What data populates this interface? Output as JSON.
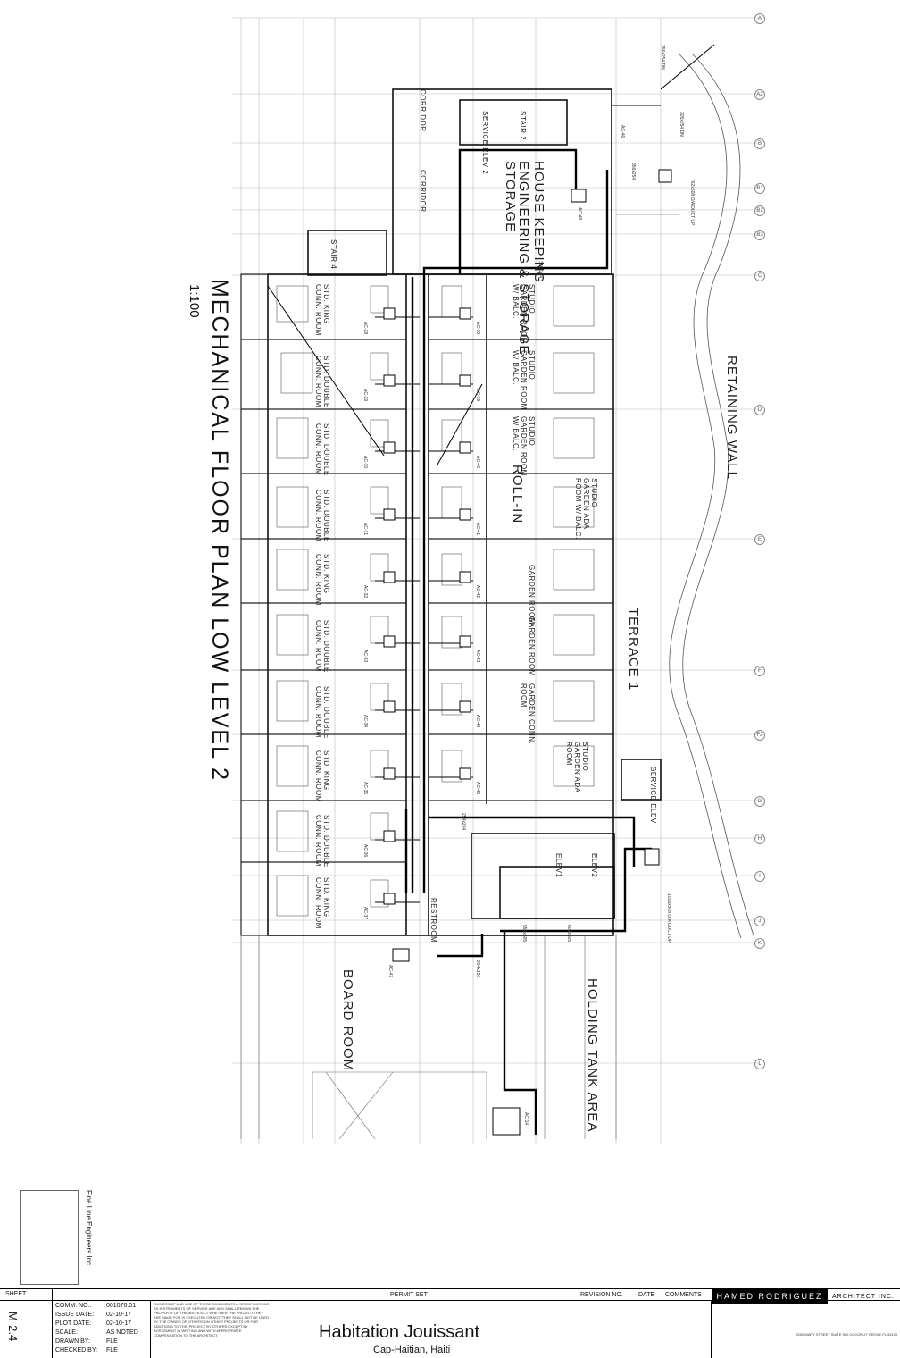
{
  "drawing": {
    "title": "MECHANICAL FLOOR PLAN LOW LEVEL 2",
    "scale": "1:100"
  },
  "rooms": {
    "corridor_top": "CORRIDOR",
    "corridor_mid": "CORRIDOR",
    "stair2": "STAIR 2",
    "service_elev2": "SERVICE ELEV 2",
    "housekeeping": "HOUSE KEEPING",
    "engineering": "ENGINEERING & STORAGE",
    "storage": "STORAGE",
    "stair4": "STAIR 4",
    "retaining_wall": "RETAINING WALL",
    "terrace": "TERRACE 1",
    "holding_tank": "HOLDING TANK AREA",
    "board_room": "BOARD ROOM",
    "restroom": "RESTROOM",
    "service_elev": "SERVICE ELEV",
    "elev1": "ELEV1",
    "elev2": "ELEV2",
    "roll_in": "ROLL-IN",
    "left_units": [
      "STD. KING CONN. ROOM",
      "STD. DOUBLE CONN. ROOM",
      "STD. DOUBLE CONN. ROOM",
      "STD. DOUBLE CONN. ROOM",
      "STD. KING CONN. ROOM",
      "STD. DOUBLE CONN. ROOM",
      "STD. DOUBLE CONN. ROOM",
      "STD. KING CONN. ROOM",
      "STD. DOUBLE CONN. ROOM",
      "STD. KING CONN. ROOM"
    ],
    "right_units": [
      "STUDIO GARDEN ROOM W/ BALC.",
      "STUDIO GARDEN ROOM W/ BALC.",
      "STUDIO GARDEN ROOM W/ BALC.",
      "STUDIO GARDEN ADA ROOM W/ BALC.",
      "GARDEN ROOM",
      "GARDEN ROOM",
      "GARDEN CONN. ROOM",
      "STUDIO GARDEN ADA ROOM"
    ],
    "ac_tags": [
      "AC-28",
      "AC-29",
      "AC-30",
      "AC-31",
      "AC-32",
      "AC-33",
      "AC-34",
      "AC-35",
      "AC-36",
      "AC-37",
      "AC-38",
      "AC-39",
      "AC-40",
      "AC-41",
      "AC-42",
      "AC-43",
      "AC-44",
      "AC-45",
      "AC-46",
      "AC-47",
      "AC-48",
      "AC-14"
    ],
    "duct_sizes": [
      "356x254",
      "356x204",
      "254x204",
      "559x305",
      "609x305",
      "204x153",
      "356x254 DN",
      "305x254 DN",
      "1016x508 O/A DUCT UP",
      "762x508 O/A DUCT UP"
    ]
  },
  "grid": {
    "rows": [
      "A",
      "A2",
      "B",
      "B1",
      "B2",
      "B3",
      "C",
      "D",
      "E",
      "F",
      "F2",
      "G",
      "H",
      "I",
      "J",
      "K",
      "L"
    ]
  },
  "titleblock": {
    "sheet_label": "SHEET",
    "sheet_number": "M-2.4",
    "comm_no_label": "COMM. NO.:",
    "comm_no": "001070.01",
    "issue_label": "ISSUE DATE:",
    "issue_date": "02-10-17",
    "plot_label": "PLOT DATE:",
    "plot_date": "02-10-17",
    "scale_label": "SCALE:",
    "scale_value": "AS NOTED",
    "drawn_label": "DRAWN BY:",
    "drawn_by": "FLE",
    "checked_label": "CHECKED BY:",
    "checked_by": "FLE",
    "permit": "PERMIT SET",
    "revision_label": "REVISION NO.",
    "date_label": "DATE",
    "comments_label": "COMMENTS",
    "project": "Habitation Jouissant",
    "location": "Cap-Haitian, Haiti",
    "firm": "HAMED RODRIGUEZ",
    "firm_suffix": "ARCHITECT INC.",
    "engineer": "Fine Line Engineers Inc.",
    "notes": "OWNERSHIP AND USE OF THESE DOCUMENTS & SPECIFICATIONS AS INSTRUMENTS OF SERVICE ARE AND SHALL REMAIN THE PROPERTY OF THE ARCHITECT WHETHER THE PROJECT THEY ARE MADE FOR IS EXECUTED OR NOT. THEY SHALL NOT BE USED BY THE OWNER OR OTHERS ON OTHER PROJECTS OR FOR ADDITIONS TO THIS PROJECT BY OTHERS EXCEPT BY AGREEMENT IN WRITING AND WITH APPROPRIATE COMPENSATION TO THE ARCHITECT.",
    "firm_address": "3250 MARY STREET SUITE 500 COCONUT GROVE FL 33133"
  }
}
